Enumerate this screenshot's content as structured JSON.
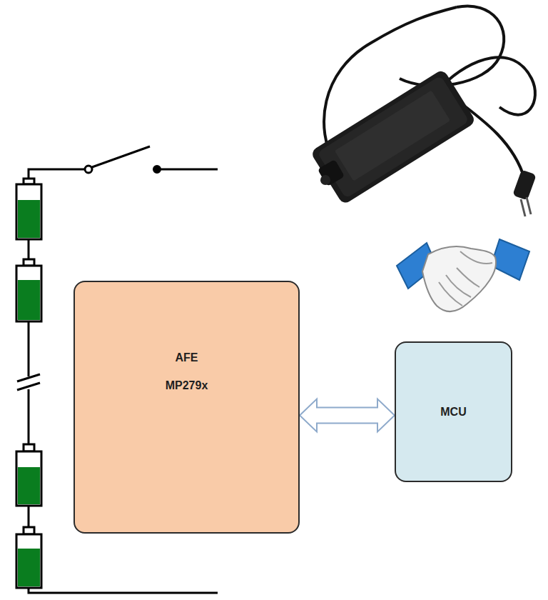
{
  "diagram": {
    "nodes": [
      {
        "text": [
          "AFE",
          "MP279x"
        ]
      },
      {
        "text": [
          "MCU"
        ]
      }
    ],
    "edges": [
      {
        "from": 0,
        "to": 1,
        "arrow": "both"
      }
    ]
  }
}
